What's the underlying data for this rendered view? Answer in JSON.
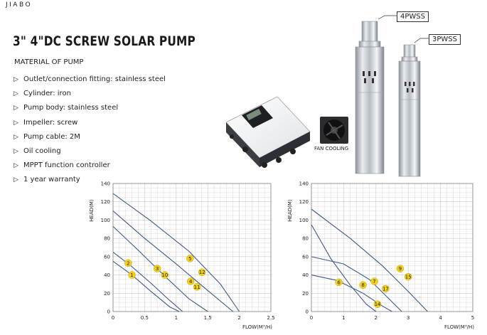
{
  "brand": "JIABO",
  "title": "3\" 4\"DC SCREW SOLAR PUMP",
  "subtitle": "MATERIAL OF PUMP",
  "features": [
    "Outlet/connection fitting: stainless steel",
    "Cylinder: iron",
    "Pump body: stainless steel",
    "Impeller: screw",
    "Pump cable: 2M",
    "Oil cooling",
    "MPPT function controller",
    "1 year warranty"
  ],
  "feature_bullet": "▷",
  "models": {
    "large": "4PWSS",
    "small": "3PWSS"
  },
  "fan_label": "FAN COOLING",
  "colors": {
    "curve": "#3e5a8a",
    "marker_fill": "#f2cf1d",
    "marker_stroke": "#c9a800",
    "grid": "#c8c8c8",
    "steel": "#c9cdd2"
  },
  "chart_data": [
    {
      "type": "line",
      "xlabel": "FLOW(M³/H)",
      "ylabel": "HEAD(M)",
      "xlim": [
        0,
        2.5
      ],
      "ylim": [
        0,
        140
      ],
      "xticks": [
        "0",
        "0.5",
        "1",
        "1.5",
        "2",
        "2.5"
      ],
      "yticks": [
        "0",
        "20",
        "40",
        "60",
        "80",
        "100",
        "120",
        "140"
      ],
      "series": [
        {
          "x": [
            0,
            0.3,
            0.6,
            0.9,
            1.05
          ],
          "y": [
            55,
            40,
            22,
            5,
            0
          ]
        },
        {
          "x": [
            0,
            0.3,
            0.6,
            0.9,
            1.1
          ],
          "y": [
            65,
            49,
            31,
            12,
            0
          ]
        },
        {
          "x": [
            0,
            0.4,
            0.8,
            1.2,
            1.5
          ],
          "y": [
            93,
            67,
            40,
            14,
            0
          ]
        },
        {
          "x": [
            0,
            0.5,
            1.0,
            1.5,
            1.9
          ],
          "y": [
            110,
            80,
            52,
            23,
            0
          ]
        },
        {
          "x": [
            0,
            0.6,
            1.2,
            1.7,
            2.0
          ],
          "y": [
            129,
            99,
            66,
            30,
            0
          ]
        }
      ],
      "markers": [
        {
          "label": "1",
          "x": 0.3,
          "y": 40
        },
        {
          "label": "2",
          "x": 0.24,
          "y": 53
        },
        {
          "label": "3",
          "x": 0.7,
          "y": 47
        },
        {
          "label": "10",
          "x": 0.82,
          "y": 40
        },
        {
          "label": "4",
          "x": 1.23,
          "y": 33
        },
        {
          "label": "11",
          "x": 1.33,
          "y": 27
        },
        {
          "label": "5",
          "x": 1.22,
          "y": 58
        },
        {
          "label": "12",
          "x": 1.41,
          "y": 43
        }
      ]
    },
    {
      "type": "line",
      "xlabel": "FLOW(M³/H)",
      "ylabel": "HEAD(M)",
      "xlim": [
        0,
        5
      ],
      "ylim": [
        0,
        140
      ],
      "xticks": [
        "0",
        "1",
        "2",
        "3",
        "4",
        "5"
      ],
      "yticks": [
        "0",
        "20",
        "40",
        "60",
        "80",
        "100",
        "120",
        "140"
      ],
      "series": [
        {
          "x": [
            0,
            0.8,
            1.6,
            2.2,
            2.5
          ],
          "y": [
            40,
            34,
            20,
            6,
            0
          ]
        },
        {
          "x": [
            0,
            0.6,
            1.2,
            1.7,
            2.0
          ],
          "y": [
            95,
            58,
            29,
            8,
            0
          ]
        },
        {
          "x": [
            0,
            1.0,
            1.8,
            2.4,
            2.8
          ],
          "y": [
            60,
            52,
            35,
            14,
            0
          ]
        },
        {
          "x": [
            0,
            1.2,
            2.2,
            3.0,
            3.6
          ],
          "y": [
            112,
            80,
            50,
            22,
            0
          ]
        }
      ],
      "markers": [
        {
          "label": "6",
          "x": 0.85,
          "y": 32
        },
        {
          "label": "8",
          "x": 1.6,
          "y": 29
        },
        {
          "label": "7",
          "x": 1.95,
          "y": 33
        },
        {
          "label": "17",
          "x": 2.3,
          "y": 25
        },
        {
          "label": "14",
          "x": 2.05,
          "y": 8
        },
        {
          "label": "9",
          "x": 2.75,
          "y": 47
        },
        {
          "label": "15",
          "x": 3.0,
          "y": 38
        }
      ]
    }
  ]
}
